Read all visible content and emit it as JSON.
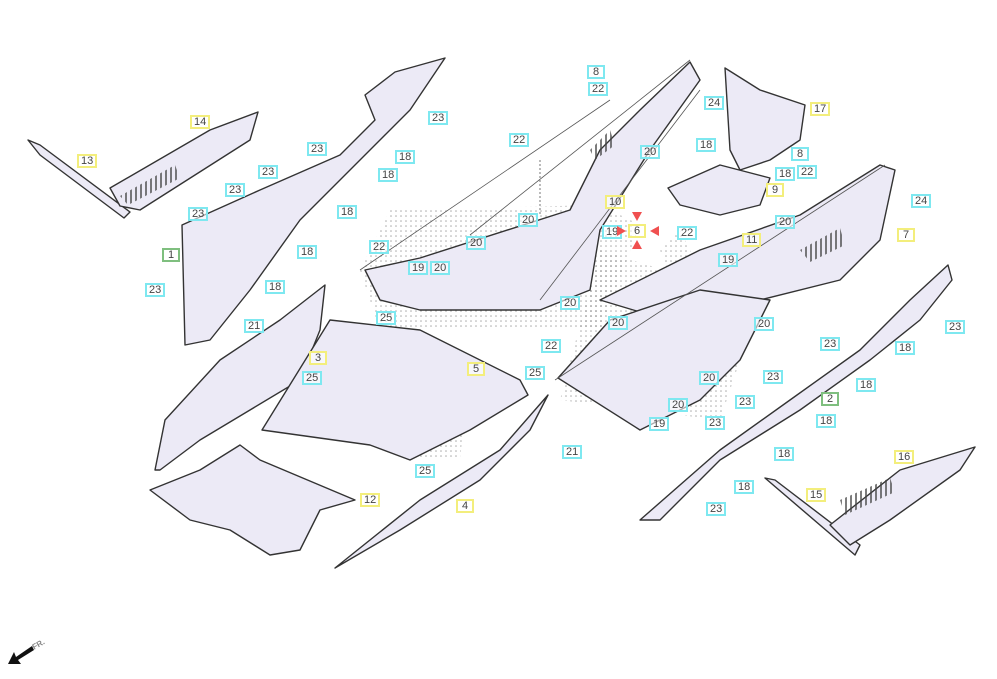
{
  "diagram": {
    "direction_label": "FR.",
    "colors": {
      "part_fill": "#eceaf6",
      "outline": "#333333",
      "callout_cyan": "#7ee8f0",
      "callout_yellow": "#f3ee7c",
      "callout_green": "#7fbf7f",
      "marker": "#f05050"
    },
    "labels": [
      {
        "text": "8",
        "kind": "cyan"
      },
      {
        "text": "22",
        "kind": "cyan"
      },
      {
        "text": "24",
        "kind": "cyan"
      },
      {
        "text": "17",
        "kind": "yellow"
      },
      {
        "text": "23",
        "kind": "cyan"
      },
      {
        "text": "14",
        "kind": "yellow"
      },
      {
        "text": "13",
        "kind": "yellow"
      },
      {
        "text": "18",
        "kind": "cyan"
      },
      {
        "text": "23",
        "kind": "cyan"
      },
      {
        "text": "20",
        "kind": "cyan"
      },
      {
        "text": "18",
        "kind": "cyan"
      },
      {
        "text": "8",
        "kind": "cyan"
      },
      {
        "text": "22",
        "kind": "cyan"
      },
      {
        "text": "18",
        "kind": "cyan"
      },
      {
        "text": "23",
        "kind": "cyan"
      },
      {
        "text": "18",
        "kind": "cyan"
      },
      {
        "text": "9",
        "kind": "yellow"
      },
      {
        "text": "23",
        "kind": "cyan"
      },
      {
        "text": "22",
        "kind": "cyan"
      },
      {
        "text": "24",
        "kind": "cyan"
      },
      {
        "text": "23",
        "kind": "cyan"
      },
      {
        "text": "18",
        "kind": "cyan"
      },
      {
        "text": "20",
        "kind": "cyan"
      },
      {
        "text": "10",
        "kind": "yellow"
      },
      {
        "text": "20",
        "kind": "cyan"
      },
      {
        "text": "19",
        "kind": "cyan"
      },
      {
        "text": "6",
        "kind": "yellow"
      },
      {
        "text": "22",
        "kind": "cyan"
      },
      {
        "text": "7",
        "kind": "yellow"
      },
      {
        "text": "11",
        "kind": "yellow"
      },
      {
        "text": "1",
        "kind": "green"
      },
      {
        "text": "18",
        "kind": "cyan"
      },
      {
        "text": "22",
        "kind": "cyan"
      },
      {
        "text": "20",
        "kind": "cyan"
      },
      {
        "text": "19",
        "kind": "cyan"
      },
      {
        "text": "20",
        "kind": "cyan"
      },
      {
        "text": "19",
        "kind": "cyan"
      },
      {
        "text": "23",
        "kind": "cyan"
      },
      {
        "text": "18",
        "kind": "cyan"
      },
      {
        "text": "20",
        "kind": "cyan"
      },
      {
        "text": "25",
        "kind": "cyan"
      },
      {
        "text": "21",
        "kind": "cyan"
      },
      {
        "text": "20",
        "kind": "cyan"
      },
      {
        "text": "20",
        "kind": "cyan"
      },
      {
        "text": "23",
        "kind": "cyan"
      },
      {
        "text": "3",
        "kind": "yellow"
      },
      {
        "text": "22",
        "kind": "cyan"
      },
      {
        "text": "23",
        "kind": "cyan"
      },
      {
        "text": "18",
        "kind": "cyan"
      },
      {
        "text": "5",
        "kind": "yellow"
      },
      {
        "text": "25",
        "kind": "cyan"
      },
      {
        "text": "25",
        "kind": "cyan"
      },
      {
        "text": "20",
        "kind": "cyan"
      },
      {
        "text": "23",
        "kind": "cyan"
      },
      {
        "text": "18",
        "kind": "cyan"
      },
      {
        "text": "2",
        "kind": "green"
      },
      {
        "text": "23",
        "kind": "cyan"
      },
      {
        "text": "20",
        "kind": "cyan"
      },
      {
        "text": "18",
        "kind": "cyan"
      },
      {
        "text": "23",
        "kind": "cyan"
      },
      {
        "text": "19",
        "kind": "cyan"
      },
      {
        "text": "21",
        "kind": "cyan"
      },
      {
        "text": "18",
        "kind": "cyan"
      },
      {
        "text": "25",
        "kind": "cyan"
      },
      {
        "text": "16",
        "kind": "yellow"
      },
      {
        "text": "18",
        "kind": "cyan"
      },
      {
        "text": "12",
        "kind": "yellow"
      },
      {
        "text": "4",
        "kind": "yellow"
      },
      {
        "text": "15",
        "kind": "yellow"
      },
      {
        "text": "23",
        "kind": "cyan"
      }
    ]
  }
}
